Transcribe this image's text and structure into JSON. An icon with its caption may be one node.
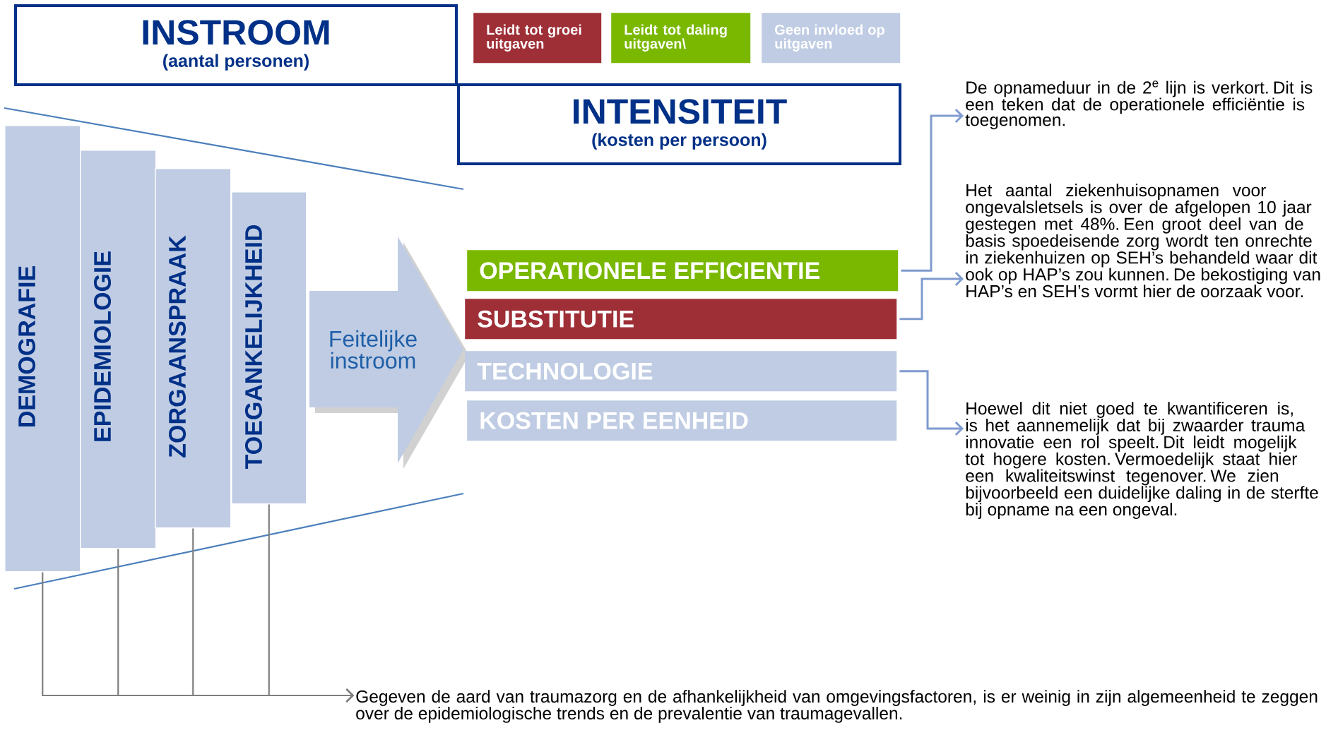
{
  "diagram": {
    "nodes": [
      {
        "text": [
          "INSTROOM",
          "(aantal personen)"
        ]
      },
      {
        "text": [
          "INTENSITEIT",
          "(kosten per persoon)"
        ]
      },
      {
        "text": [
          "DEMOGRAFIE"
        ]
      },
      {
        "text": [
          "EPIDEMIOLOGIE"
        ]
      },
      {
        "text": [
          "ZORGAANSPRAAK"
        ]
      },
      {
        "text": [
          "TOEGANKELIJKHEID"
        ]
      },
      {
        "text": [
          "Feitelijke instroom"
        ]
      },
      {
        "text": [
          "OPERATIONELE EFFICIENTIE"
        ]
      },
      {
        "text": [
          "SUBSTITUTIE"
        ]
      },
      {
        "text": [
          "TECHNOLOGIE"
        ]
      },
      {
        "text": [
          "KOSTEN PER EENHEID"
        ]
      },
      {
        "text": [
          "De opnameduur in de 2$^{e}$ lijn is verkort. Dit is een teken dat de operationele efficiëntie is toegenomen."
        ]
      },
      {
        "text": [
          "Het aantal ziekenhuisopnamen voor ongevalsletsels is over de afgelopen 10 jaar gestegen met 48%. Een groot deel van de basis spoedeisende zorg wordt ten onrechte in ziekenhuizen op SEH’s behandeld waar dit ook op HAP’s zou kunnen. De bekostiging van HAP’s en SEH’s vormt hier de oorzaak voor."
        ]
      },
      {
        "text": [
          "Hoewel dit niet goed te kwantificeren is, is het aannemelijk dat bij zwaarder trauma innovatie een rol speelt. Dit leidt mogelijk tot hogere kosten. Vermoedelijk staat hier een kwaliteitswinst tegenover. We zien bijvoorbeeld een duidelijke daling in de sterfte bij opname na een ongeval."
        ]
      },
      {
        "text": [
          "Gegeven de aard van traumazorg en de afhankelijkheid van omgevingsfactoren, is er weinig in zijn algemeenheid te zeggen over de epidemiologische trends en de prevalentie van traumagevallen."
        ]
      }
    ],
    "edges": [
      {
        "from": 7,
        "to": 11,
        "arrow": "to",
        "color": "#7f9bcf"
      },
      {
        "from": 8,
        "to": 12,
        "arrow": "to",
        "color": "#7f9bcf"
      },
      {
        "from": 9,
        "to": 13,
        "arrow": "to",
        "color": "#7f9bcf"
      },
      {
        "from": 2,
        "to": 14,
        "arrow": "to"
      },
      {
        "from": 3,
        "to": 14,
        "arrow": "to"
      },
      {
        "from": 4,
        "to": 14,
        "arrow": "to"
      },
      {
        "from": 5,
        "to": 14,
        "arrow": "to"
      }
    ],
    "legend": [
      {
        "text": "Leidt tot groei uitgaven",
        "color": "#9e2f37"
      },
      {
        "text": "Leidt tot daling uitgaven\\",
        "color": "#7ab800"
      },
      {
        "text": "Geen invloed op uitgaven",
        "color": "#bfcce3"
      }
    ]
  }
}
